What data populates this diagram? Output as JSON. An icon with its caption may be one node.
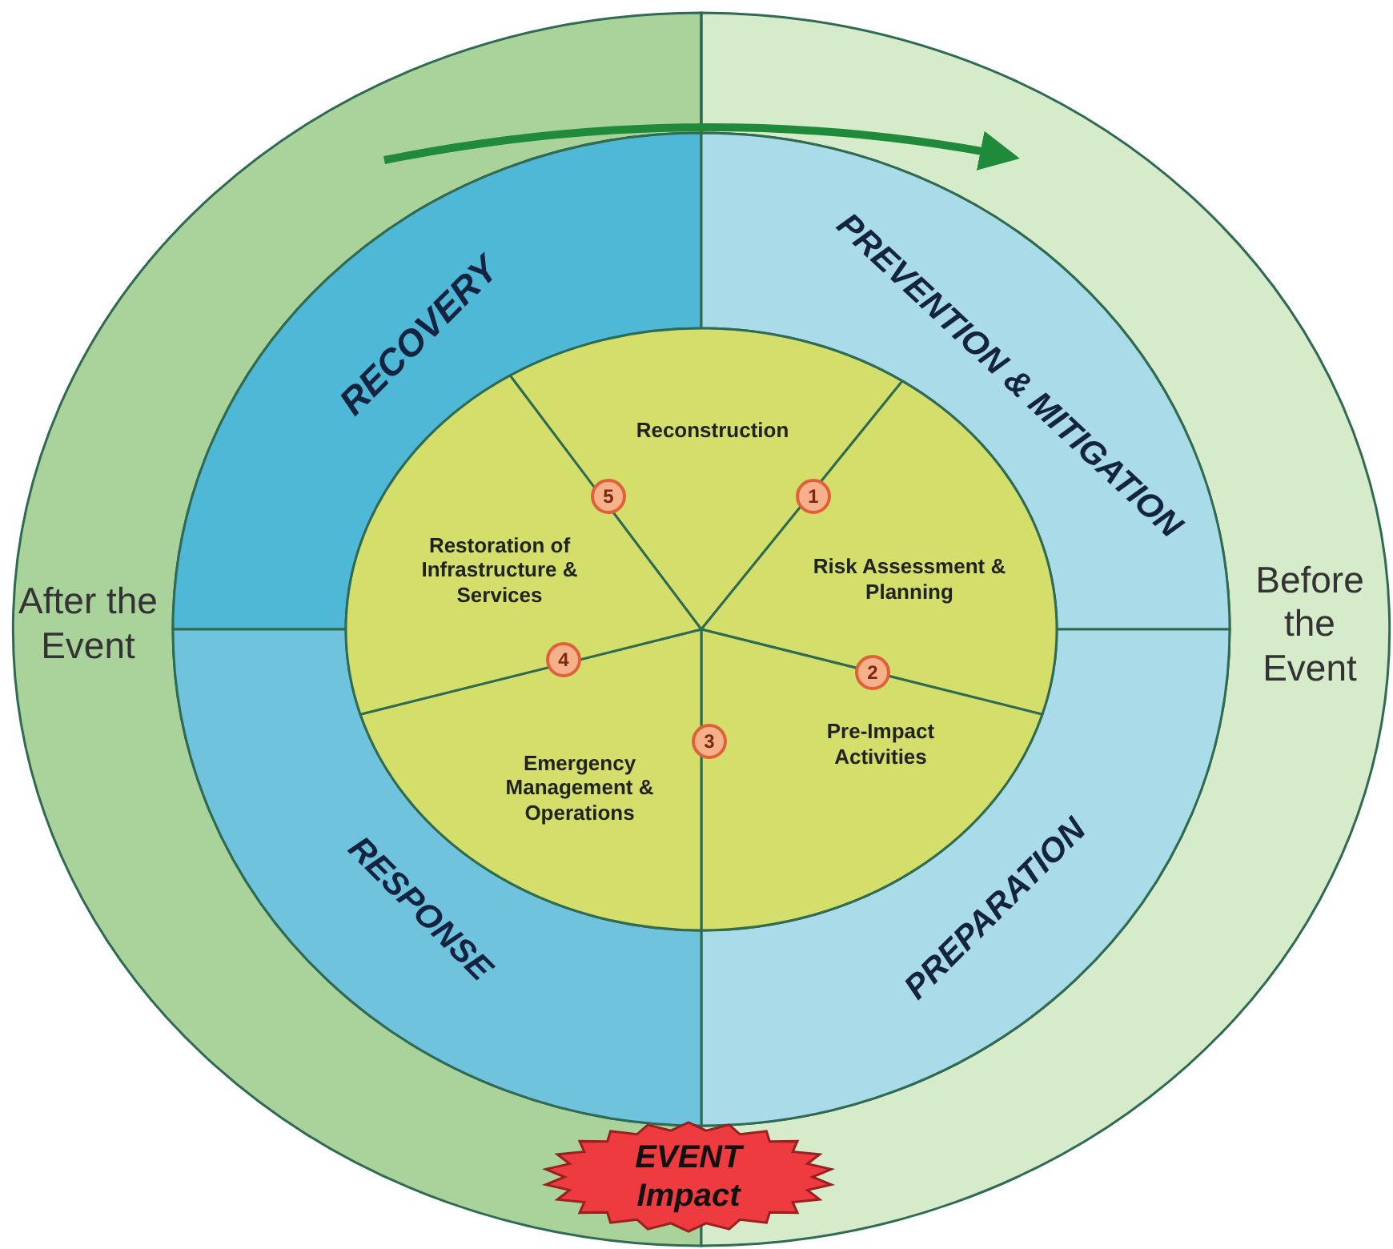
{
  "diagram": {
    "nodes": [
      {
        "text": [
          "After the Event"
        ]
      },
      {
        "text": [
          "Before the Event"
        ]
      },
      {
        "text": [
          "RECOVERY"
        ]
      },
      {
        "text": [
          "PREVENTION & MITIGATION"
        ]
      },
      {
        "text": [
          "PREPARATION"
        ]
      },
      {
        "text": [
          "RESPONSE"
        ]
      },
      {
        "text": [
          "Reconstruction"
        ]
      },
      {
        "text": [
          "Risk Assessment & Planning"
        ]
      },
      {
        "text": [
          "Pre-Impact Activities"
        ]
      },
      {
        "text": [
          "Emergency Management & Operations"
        ]
      },
      {
        "text": [
          "Restoration of Infrastructure & Services"
        ]
      },
      {
        "text": [
          "EVENT Impact"
        ]
      }
    ],
    "edges": [
      {
        "from": 0,
        "to": 1,
        "arrow": "to"
      }
    ],
    "labels": [
      "5",
      "1",
      "4",
      "2",
      "3"
    ]
  }
}
